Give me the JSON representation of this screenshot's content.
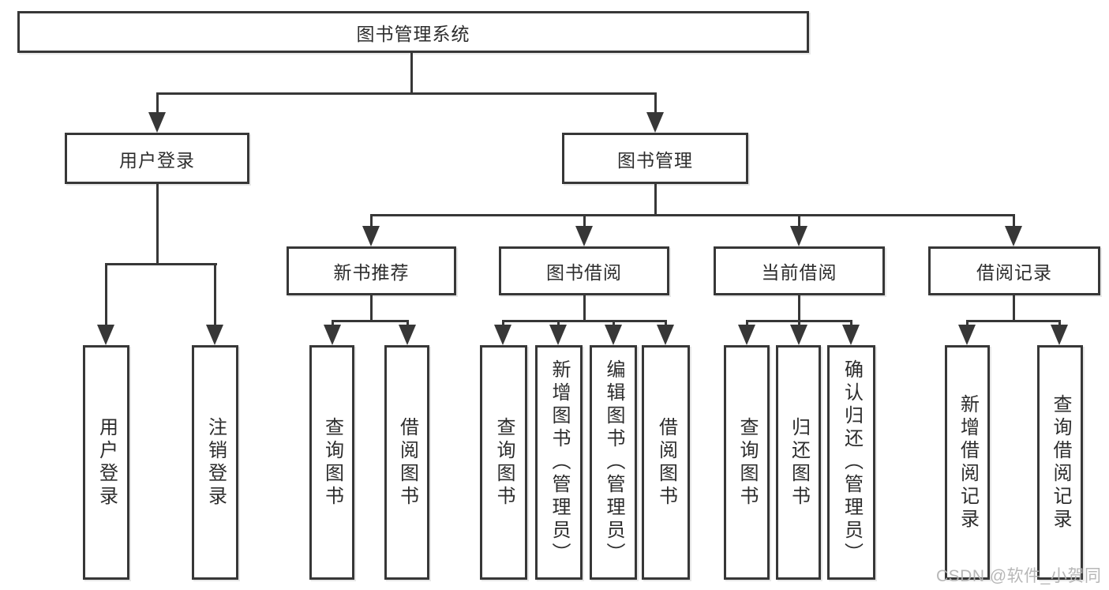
{
  "diagram": {
    "root": "图书管理系统",
    "user_login": "用户登录",
    "book_mgmt": "图书管理",
    "modules": [
      "新书推荐",
      "图书借阅",
      "当前借阅",
      "借阅记录"
    ],
    "user_login_children": [
      "用户登录",
      "注销登录"
    ],
    "new_book_children": [
      "查询图书",
      "借阅图书"
    ],
    "borrow_children": [
      "查询图书",
      "新增图书（管理员）",
      "编辑图书（管理员）",
      "借阅图书"
    ],
    "current_children": [
      "查询图书",
      "归还图书",
      "确认归还（管理员）"
    ],
    "record_children": [
      "新增借阅记录",
      "查询借阅记录"
    ]
  },
  "watermark": "CSDN @软件_小贺同学",
  "colors": {
    "line": "#373737",
    "text": "#2d2d2d",
    "watermark": "#b4b4b4",
    "background": "#ffffff"
  }
}
